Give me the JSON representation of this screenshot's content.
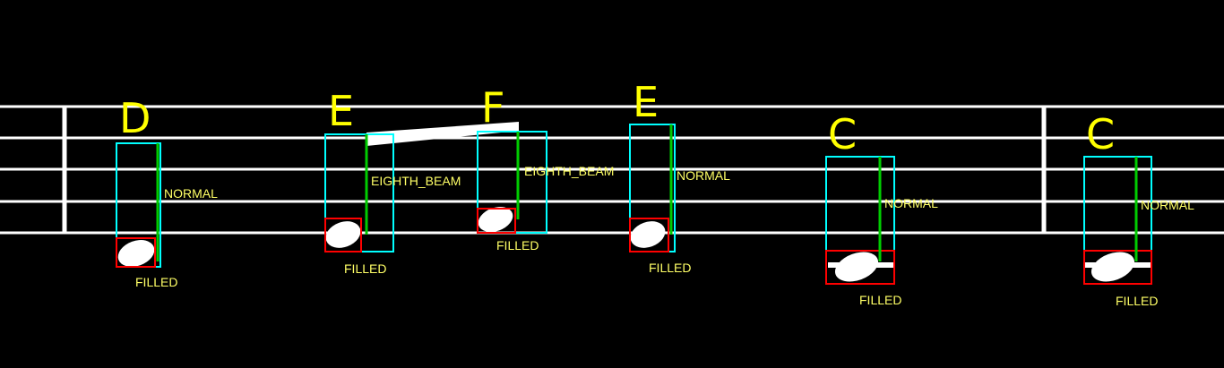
{
  "colors": {
    "background": "#000000",
    "staff": "#ffffff",
    "pitch_text": "#ffff00",
    "label_text": "#ffff66",
    "bbox_note": "#00ffff",
    "bbox_head": "#ff0000",
    "stem": "#00cc00",
    "notehead": "#ffffff"
  },
  "notes": [
    {
      "pitch": "D",
      "stem_type": "NORMAL",
      "head_type": "FILLED"
    },
    {
      "pitch": "E",
      "stem_type": "EIGHTH_BEAM",
      "head_type": "FILLED"
    },
    {
      "pitch": "F",
      "stem_type": "EIGHTH_BEAM",
      "head_type": "FILLED"
    },
    {
      "pitch": "E",
      "stem_type": "NORMAL",
      "head_type": "FILLED"
    },
    {
      "pitch": "C",
      "stem_type": "NORMAL",
      "head_type": "FILLED"
    },
    {
      "pitch": "C",
      "stem_type": "NORMAL",
      "head_type": "FILLED"
    }
  ]
}
